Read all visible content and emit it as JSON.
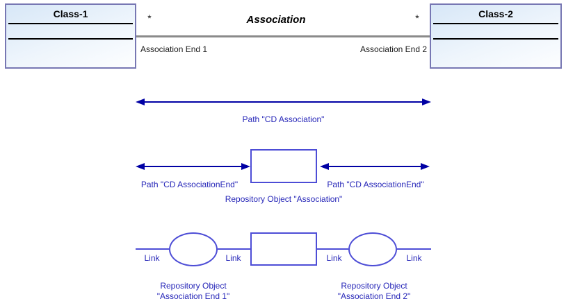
{
  "colors": {
    "class_border": "#7777b3",
    "class_fill_top": "#d7e7f7",
    "gray_association_line": "#8a8a8a",
    "arrow_blue": "#0000a4",
    "shape_blue": "#4d4dd6",
    "label_blue": "#2626b8"
  },
  "uml": {
    "class1_title": "Class-1",
    "class2_title": "Class-2",
    "association_title": "Association",
    "multiplicity_left": "*",
    "multiplicity_right": "*",
    "end1_label": "Association End 1",
    "end2_label": "Association End 2"
  },
  "path_row": {
    "label": "Path \"CD Association\""
  },
  "ends_row": {
    "left_path_label": "Path \"CD AssociationEnd\"",
    "right_path_label": "Path \"CD AssociationEnd\"",
    "object_label": "Repository Object \"Association\""
  },
  "links_row": {
    "link_labels": [
      "Link",
      "Link",
      "Link",
      "Link"
    ],
    "caption1": {
      "line1": "Repository Object",
      "line2": "\"Association End 1\""
    },
    "caption2": {
      "line1": "Repository Object",
      "line2": "\"Association End 2\""
    }
  }
}
